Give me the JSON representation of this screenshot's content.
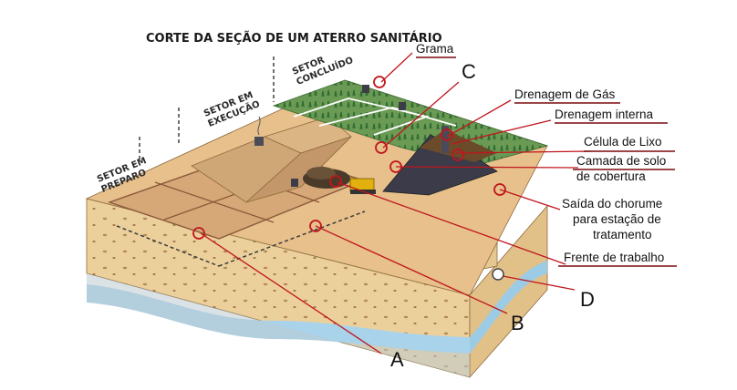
{
  "title": "CORTE DA SEÇÃO DE UM ATERRO SANITÁRIO",
  "sectors": {
    "preparo": [
      "SETOR EM",
      "PREPARO"
    ],
    "execucao": [
      "SETOR EM",
      "EXECUÇÃO"
    ],
    "concluido": [
      "SETOR",
      "CONCLUÍDO"
    ]
  },
  "labels": {
    "grama": "Grama",
    "drenagem_gas": "Drenagem de Gás",
    "drenagem_interna": "Drenagem interna",
    "celula_lixo": "Célula de Lixo",
    "camada_solo": [
      "Camada de solo",
      "de cobertura"
    ],
    "saida_chorume": [
      "Saída do chorume",
      "para estação de",
      "tratamento"
    ],
    "frente_trabalho": "Frente de trabalho"
  },
  "letters": {
    "a": "A",
    "b": "B",
    "c": "C",
    "d": "D"
  },
  "colors": {
    "accent_red": "#c0161c",
    "grass": "#5f8f4a",
    "soil": "#e9c990",
    "clay": "#d2a06a",
    "water": "#a9d3ea",
    "gravel": "#b9c9cf"
  }
}
